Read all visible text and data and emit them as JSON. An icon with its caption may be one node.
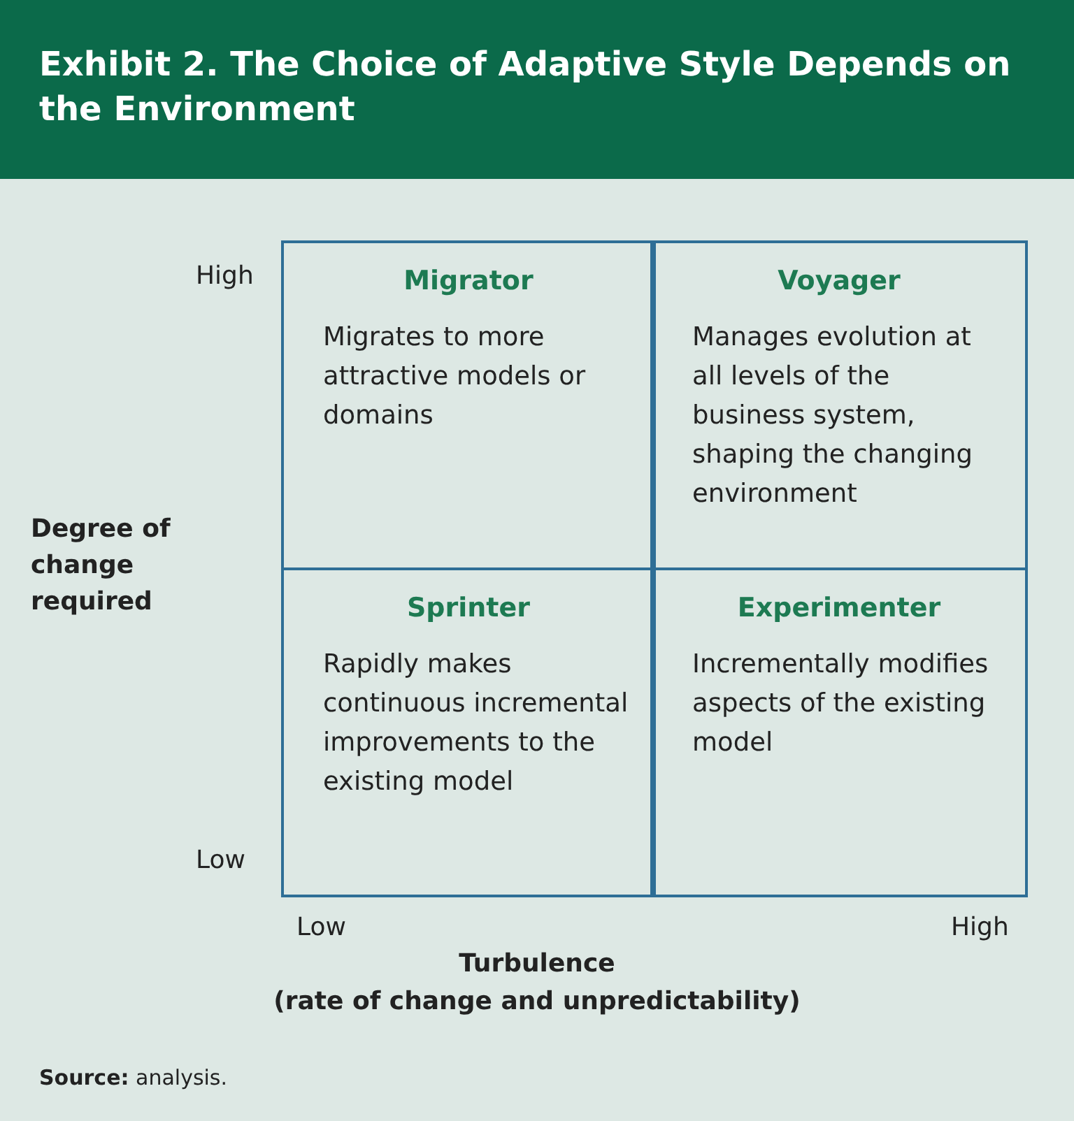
{
  "diagram": {
    "title": "Exhibit 2. The Choice of Adaptive Style Depends on the Environment",
    "caption": "**Source:** analysis.",
    "nodes": [
      {
        "text": [
          "Migrator",
          "Migrates to more attractive models or domains"
        ]
      },
      {
        "text": [
          "Voyager",
          "Manages evolution at all levels of the business system, shaping the changing environment"
        ]
      },
      {
        "text": [
          "Sprinter",
          "Rapidly makes continuous incremental improvements to the existing model"
        ]
      },
      {
        "text": [
          "Experimenter",
          "Incrementally modifies aspects of the existing model"
        ]
      }
    ],
    "labels": [
      "High",
      "Degree of change required",
      "Low",
      "Low",
      "High",
      "Turbulence",
      "(rate of change and unpredictability)"
    ]
  }
}
